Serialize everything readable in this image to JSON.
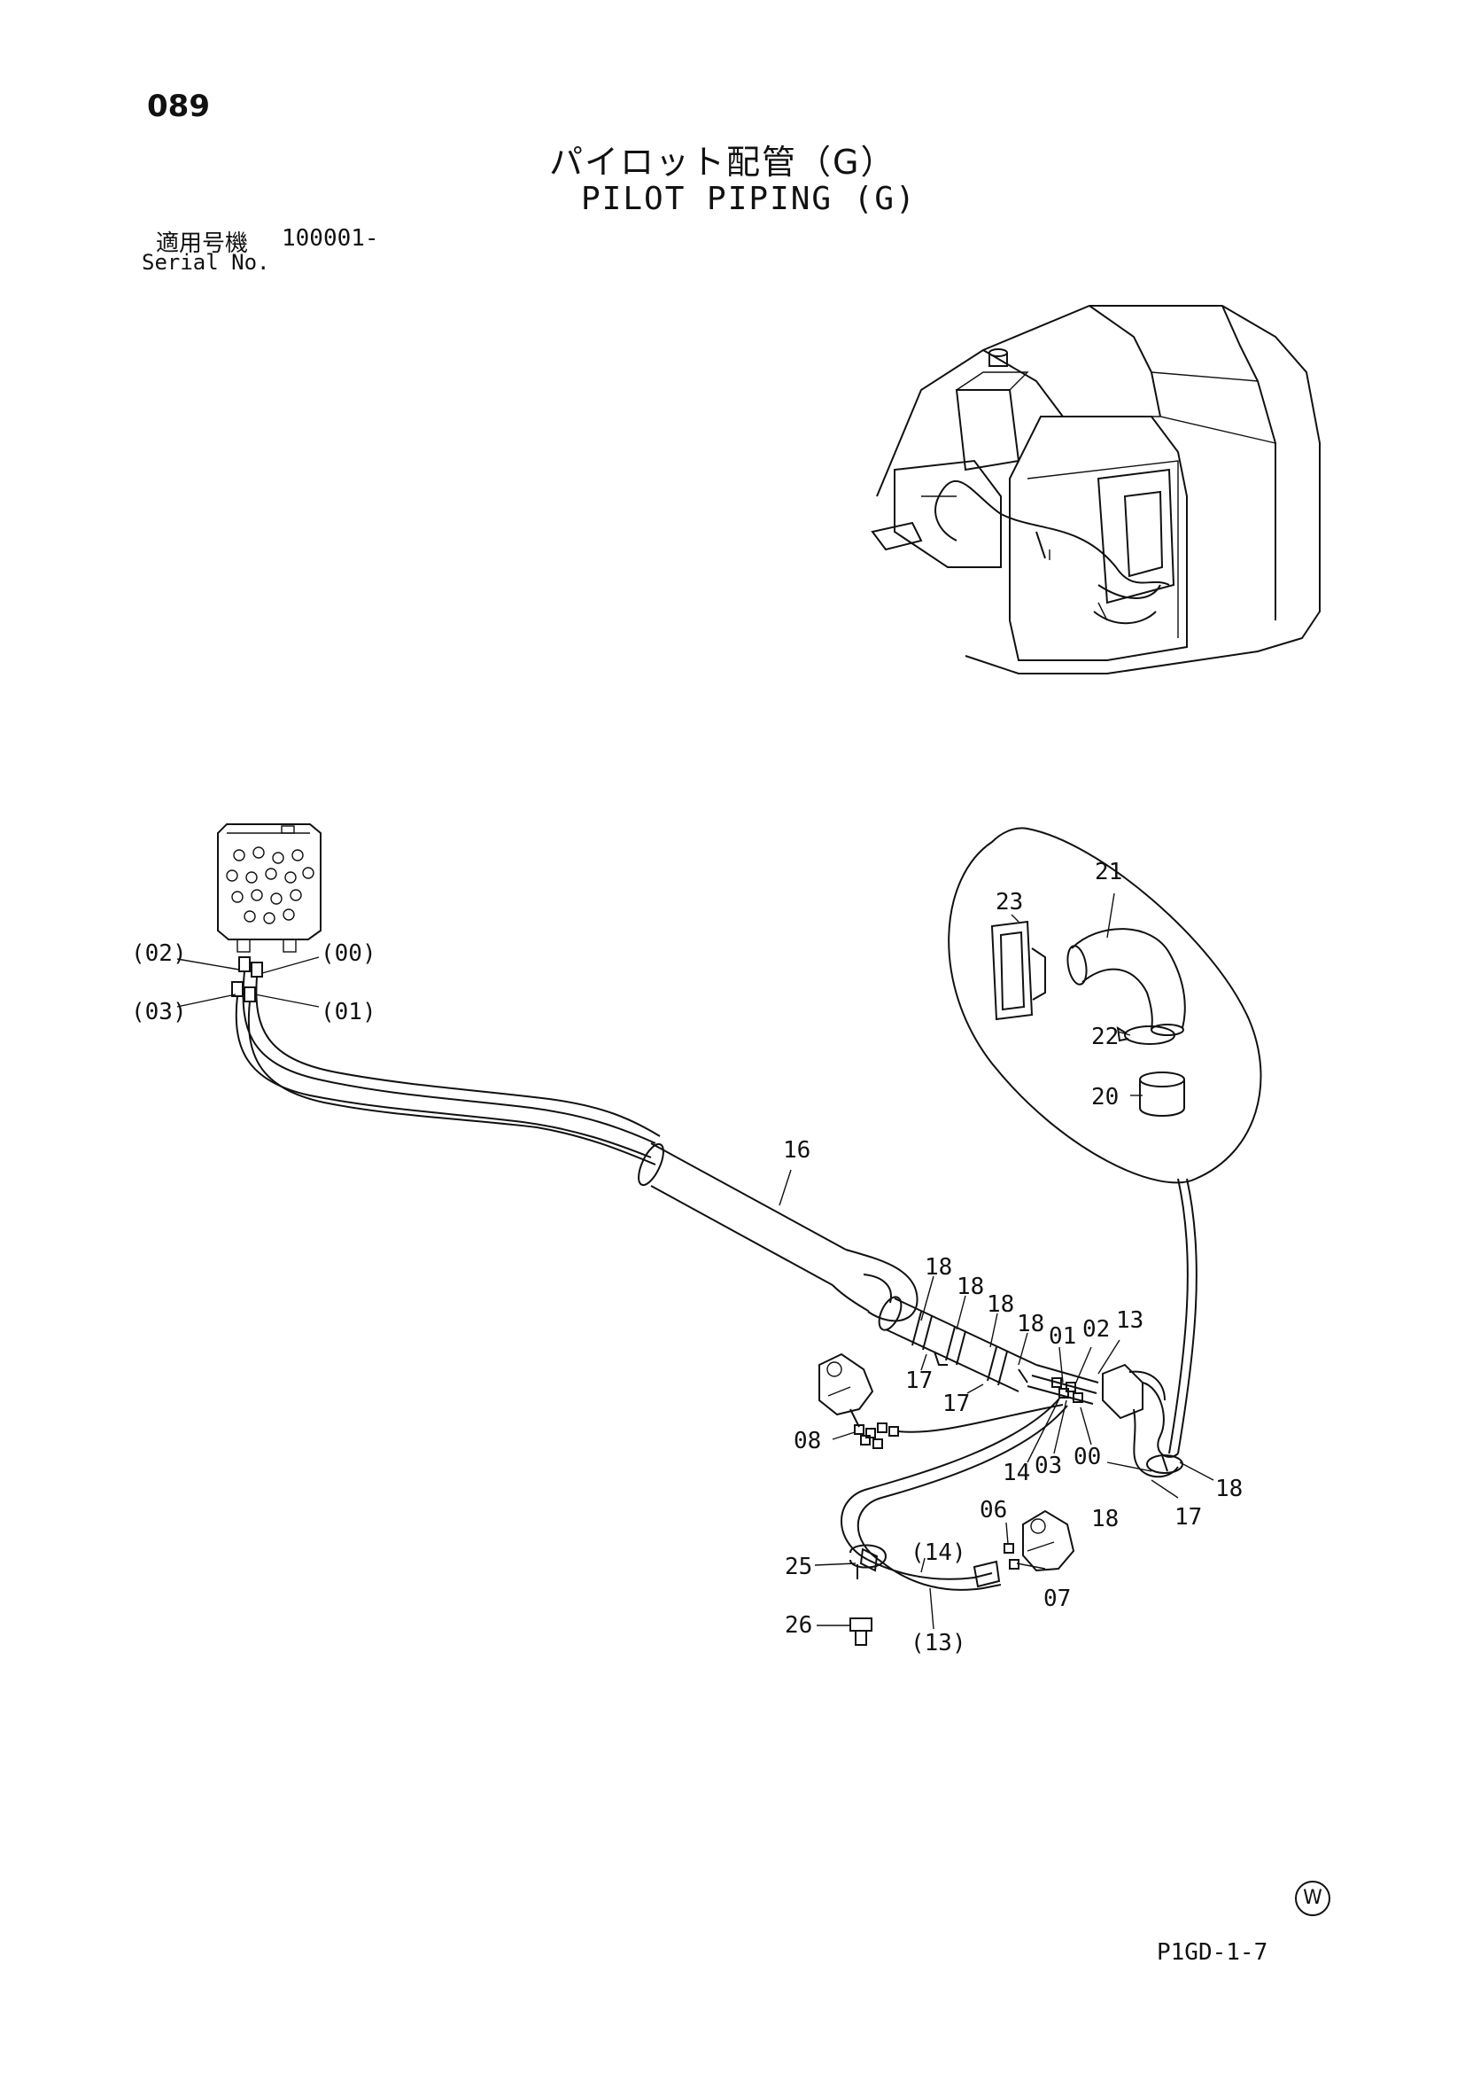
{
  "page": {
    "number": "089",
    "title_jp": "パイロット配管（G）",
    "title_en": "PILOT PIPING (G)",
    "serial_label_jp": "適用号機",
    "serial_value": "100001-",
    "serial_label_en": "Serial No.",
    "footer_code": "P1GD-1-7",
    "watermark_symbol": "W"
  },
  "callouts": {
    "c00a": "(00)",
    "c01a": "(01)",
    "c02a": "(02)",
    "c03a": "(03)",
    "c16": "16",
    "c18a": "18",
    "c18b": "18",
    "c18c": "18",
    "c18d": "18",
    "c18e": "18",
    "c18f": "18",
    "c17a": "17",
    "c17b": "17",
    "c17c": "17",
    "c01b": "01",
    "c02b": "02",
    "c13a": "13",
    "c14a": "14",
    "c03b": "03",
    "c00b": "00",
    "c08": "08",
    "c06": "06",
    "c07": "07",
    "c14b": "(14)",
    "c13b": "(13)",
    "c25": "25",
    "c26": "26",
    "c21": "21",
    "c23": "23",
    "c22": "22",
    "c20": "20"
  }
}
